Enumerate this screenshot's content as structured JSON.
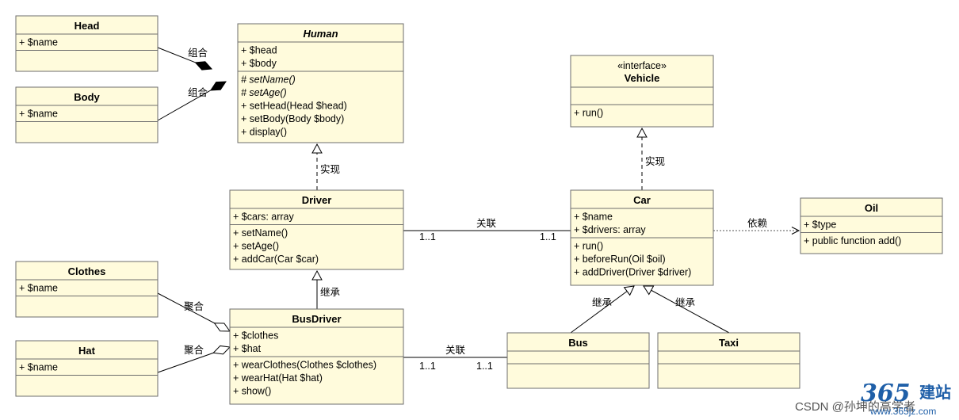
{
  "classes": [
    {
      "id": "head",
      "title": "Head",
      "fields": [
        "+ $name"
      ],
      "methods": []
    },
    {
      "id": "body",
      "title": "Body",
      "fields": [
        "+ $name"
      ],
      "methods": []
    },
    {
      "id": "human",
      "title": "Human",
      "title_italic": true,
      "fields": [
        "+ $head",
        "+ $body"
      ],
      "methods": [
        {
          "text": "# setName()",
          "italic": true
        },
        {
          "text": "# setAge()",
          "italic": true
        },
        {
          "text": "+ setHead(Head $head)"
        },
        {
          "text": "+ setBody(Body $body)"
        },
        {
          "text": "+ display()"
        }
      ]
    },
    {
      "id": "vehicle",
      "stereotype": "«interface»",
      "title": "Vehicle",
      "fields": [],
      "methods": [
        "+ run()"
      ]
    },
    {
      "id": "driver",
      "title": "Driver",
      "fields": [
        "+ $cars: array"
      ],
      "methods": [
        "+ setName()",
        "+ setAge()",
        "+ addCar(Car $car)"
      ]
    },
    {
      "id": "car",
      "title": "Car",
      "fields": [
        "+ $name",
        "+ $drivers: array"
      ],
      "methods": [
        "+ run()",
        "+ beforeRun(Oil $oil)",
        "+ addDriver(Driver $driver)"
      ]
    },
    {
      "id": "oil",
      "title": "Oil",
      "fields": [
        "+ $type"
      ],
      "methods": [
        "+ public function add()"
      ]
    },
    {
      "id": "clothes",
      "title": "Clothes",
      "fields": [
        "+ $name"
      ],
      "methods": []
    },
    {
      "id": "hat",
      "title": "Hat",
      "fields": [
        "+ $name"
      ],
      "methods": []
    },
    {
      "id": "busdriver",
      "title": "BusDriver",
      "fields": [
        "+ $clothes",
        "+ $hat"
      ],
      "methods": [
        "+ wearClothes(Clothes $clothes)",
        "+ wearHat(Hat $hat)",
        "+ show()"
      ]
    },
    {
      "id": "bus",
      "title": "Bus",
      "fields": [],
      "methods": []
    },
    {
      "id": "taxi",
      "title": "Taxi",
      "fields": [],
      "methods": []
    }
  ],
  "relations": [
    {
      "id": "head-human",
      "kind": "composition",
      "label": "组合"
    },
    {
      "id": "body-human",
      "kind": "composition",
      "label": "组合"
    },
    {
      "id": "driver-human",
      "kind": "realization",
      "label": "实现"
    },
    {
      "id": "car-vehicle",
      "kind": "realization",
      "label": "实现"
    },
    {
      "id": "driver-car",
      "kind": "association",
      "label": "关联",
      "mult_left": "1..1",
      "mult_right": "1..1"
    },
    {
      "id": "car-oil",
      "kind": "dependency",
      "label": "依赖"
    },
    {
      "id": "busdriver-driver",
      "kind": "generalization",
      "label": "继承"
    },
    {
      "id": "bus-car",
      "kind": "generalization",
      "label": "继承"
    },
    {
      "id": "taxi-car",
      "kind": "generalization",
      "label": "继承"
    },
    {
      "id": "clothes-busdriver",
      "kind": "aggregation",
      "label": "聚合"
    },
    {
      "id": "hat-busdriver",
      "kind": "aggregation",
      "label": "聚合"
    },
    {
      "id": "busdriver-bus",
      "kind": "association",
      "label": "关联",
      "mult_left": "1..1",
      "mult_right": "1..1"
    }
  ],
  "watermark": {
    "csdn": "CSDN @孙坤的高学者",
    "logo_number": "365",
    "logo_cn": "建站",
    "logo_url": "www.365jz.com"
  }
}
